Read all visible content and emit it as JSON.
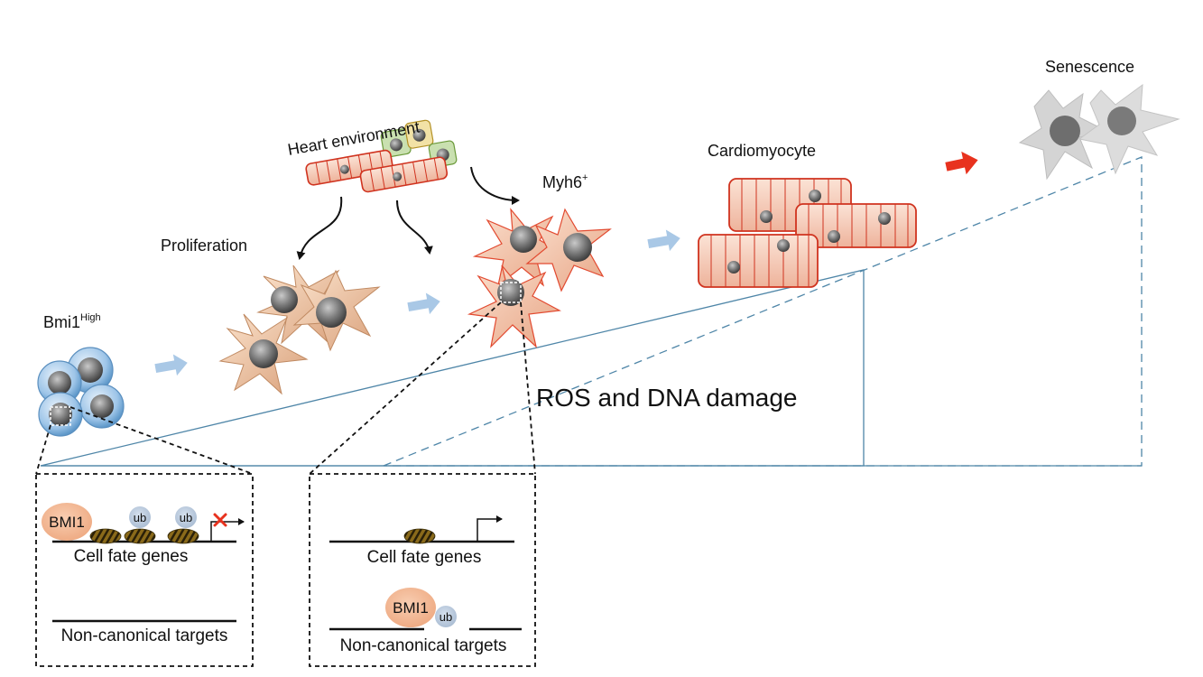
{
  "labels": {
    "bmi1_high": "Bmi1",
    "bmi1_high_sup": "High",
    "proliferation": "Proliferation",
    "heart_environment": "Heart environment",
    "myh6": "Myh6",
    "myh6_sup": "+",
    "cardiomyocyte": "Cardiomyocyte",
    "senescence": "Senescence",
    "ros": "ROS and DNA damage"
  },
  "left_box": {
    "bmi1": "BMI1",
    "ub1": "ub",
    "ub2": "ub",
    "cell_fate": "Cell fate genes",
    "non_canonical": "Non-canonical targets"
  },
  "right_box": {
    "bmi1": "BMI1",
    "ub": "ub",
    "cell_fate": "Cell fate genes",
    "non_canonical": "Non-canonical targets"
  },
  "colors": {
    "bmi1_fill": "#f3b892",
    "ub_fill": "#b8c8dc",
    "nucleosome": "#8a6a1a",
    "arrow_blue": "#a9c8e6",
    "arrow_red": "#e8321e",
    "cardiomyocyte_fill": "#f6cdb8",
    "cardiomyocyte_edge": "#d0331f",
    "triangle_line": "#4f86a8"
  }
}
